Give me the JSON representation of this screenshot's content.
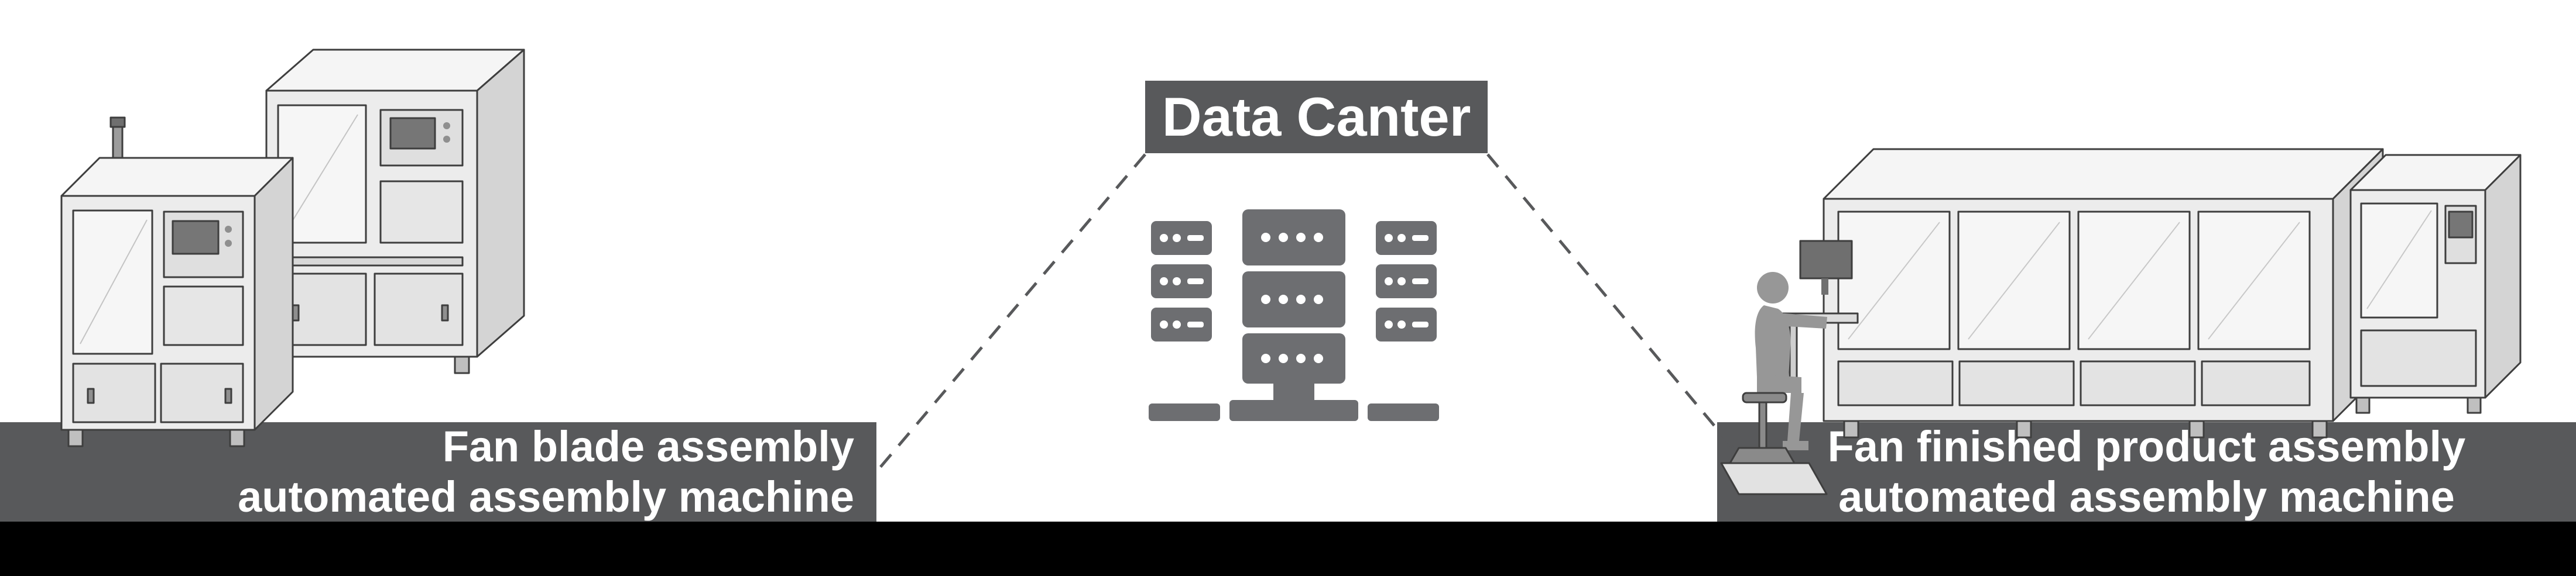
{
  "page": {
    "background": "#ffffff",
    "footer_bar_color": "#000000"
  },
  "center": {
    "title": "Data Canter",
    "icon": "server-rack-icon",
    "box_color": "#58595b",
    "icon_color": "#6d6e71",
    "text_color": "#ffffff"
  },
  "connectors": {
    "style": "dashed",
    "color": "#58595b"
  },
  "left_machine": {
    "illustration": "fan-blade-assembly-machine-illustration",
    "label_line1": "Fan blade assembly",
    "label_line2": "automated assembly machine",
    "banner_color": "#58595b"
  },
  "right_machine": {
    "illustration": "fan-finished-product-assembly-machine-illustration",
    "label_line1": "Fan finished product assembly",
    "label_line2": "automated assembly machine",
    "banner_color": "#58595b"
  }
}
